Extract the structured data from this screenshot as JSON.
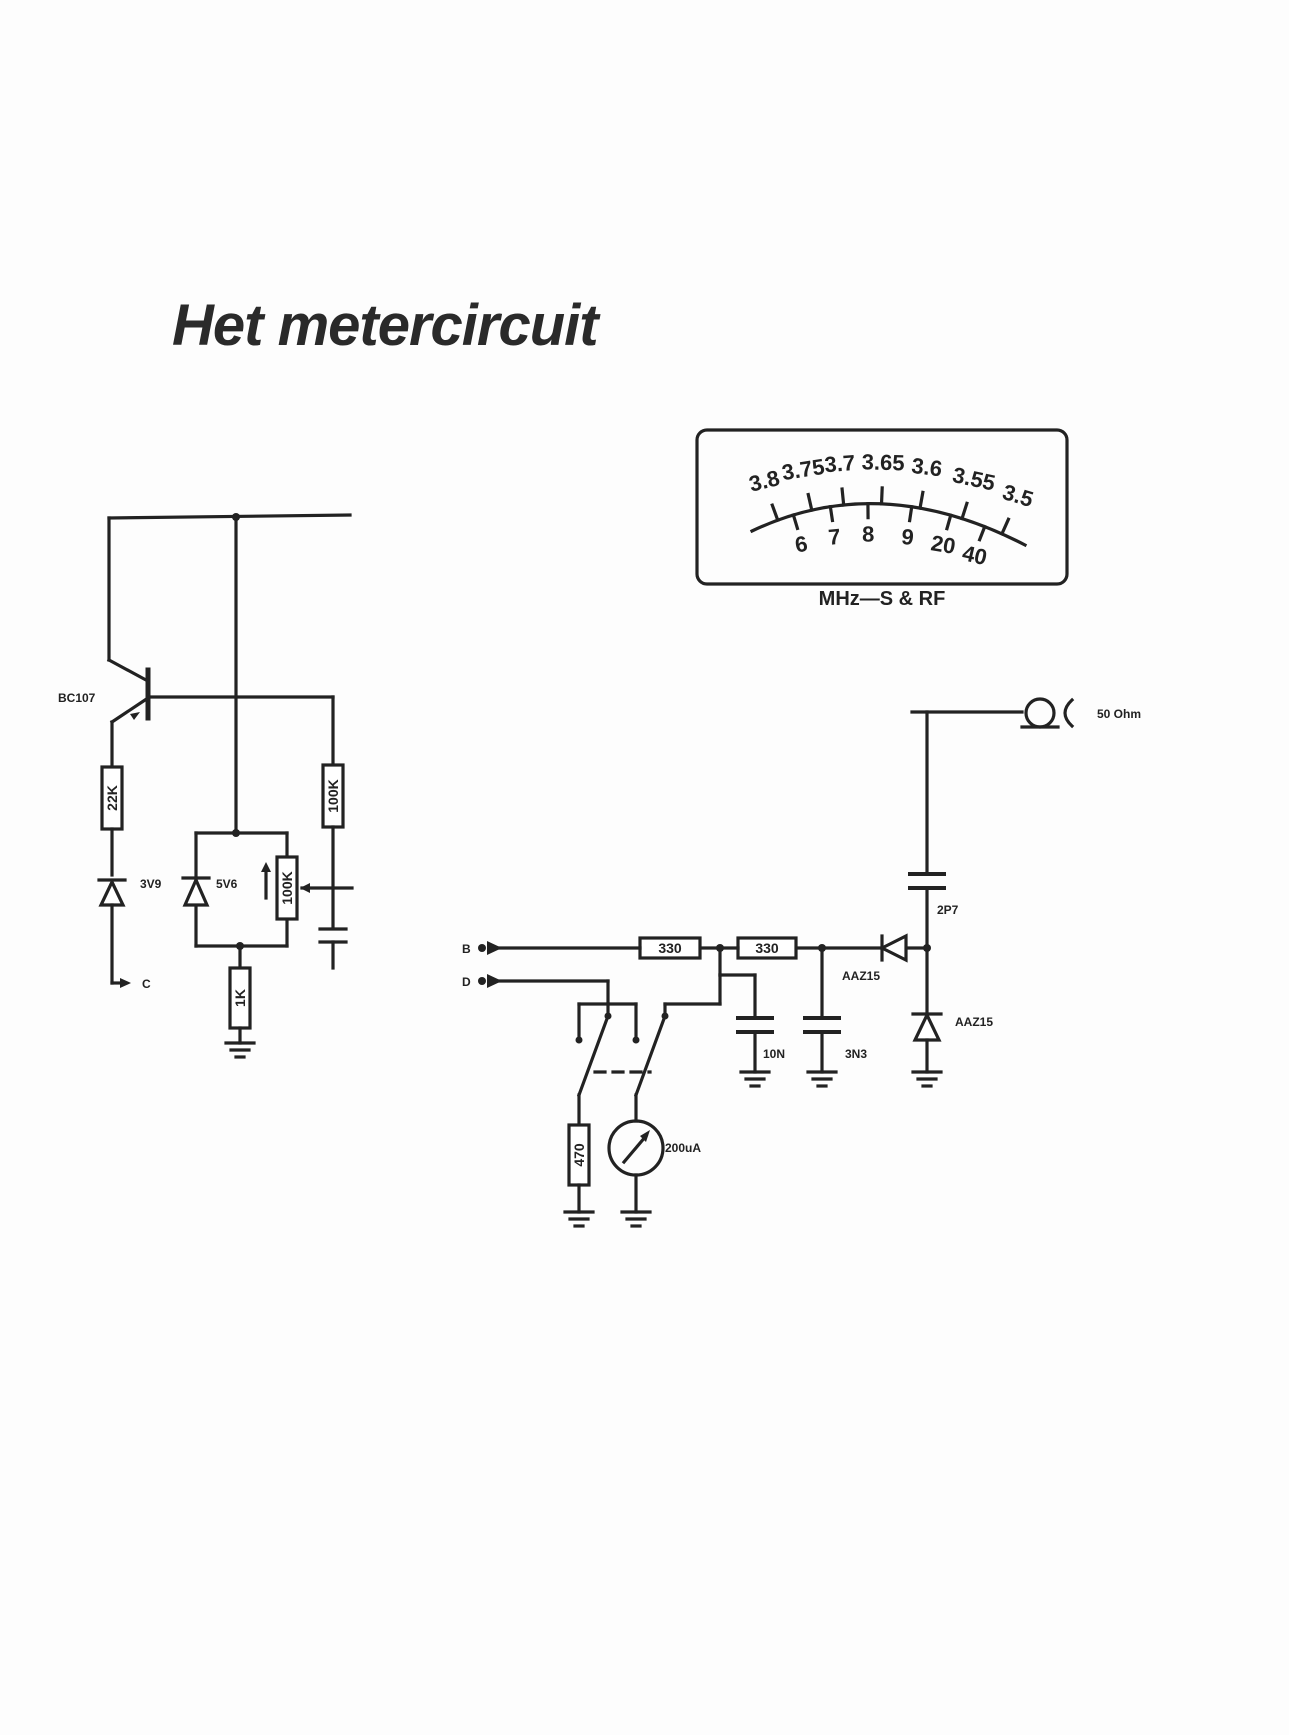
{
  "title": "Het metercircuit",
  "meter_scale": {
    "upper_ticks": [
      "3.8",
      "3.75",
      "3.7",
      "3.65",
      "3.6",
      "3.55",
      "3.5"
    ],
    "lower_ticks": [
      "6",
      "7",
      "8",
      "9",
      "20",
      "40"
    ],
    "caption": "MHz—S & RF"
  },
  "components": {
    "transistor": "BC107",
    "r_22k": "22K",
    "zener_3v9": "3V9",
    "zener_5v6": "5V6",
    "pot_100k": "100K",
    "r_100k": "100K",
    "r_1k": "1K",
    "terminal_c": "C",
    "terminal_b": "B",
    "terminal_d": "D",
    "r_330_a": "330",
    "r_330_b": "330",
    "c_10n": "10N",
    "c_3n3": "3N3",
    "diode_aaz15_a": "AAZ15",
    "diode_aaz15_b": "AAZ15",
    "c_2p7": "2P7",
    "connector": "50 Ohm",
    "r_470": "470",
    "meter": "200uA"
  }
}
